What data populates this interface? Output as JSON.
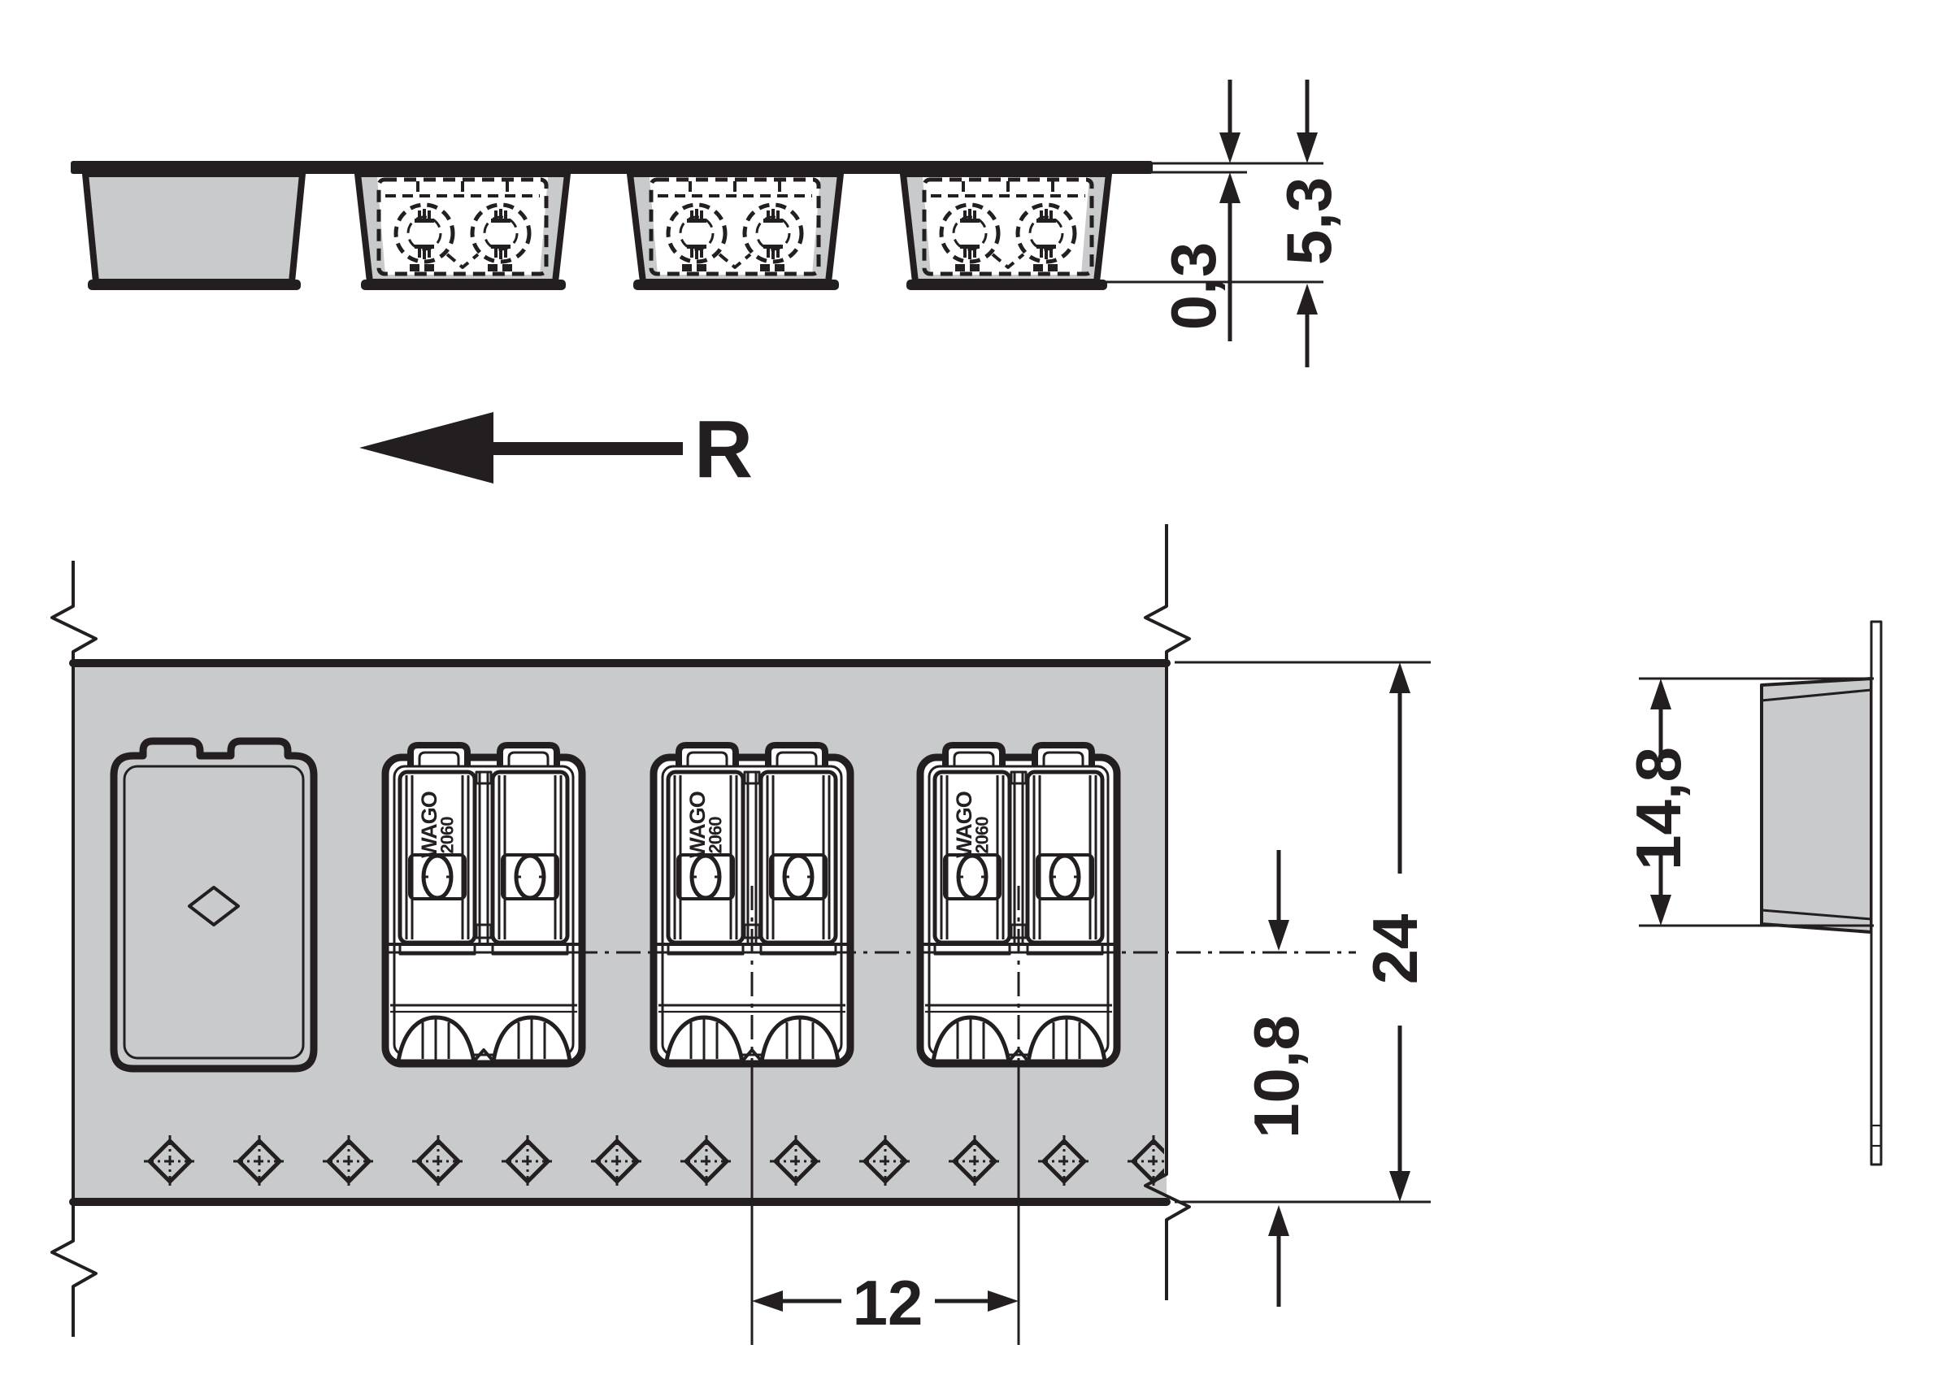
{
  "labels": {
    "direction_r": "R"
  },
  "component": {
    "brand": "WAGO",
    "series": "2060"
  },
  "dimensions": {
    "tape_thickness": "0,3",
    "pocket_depth_side": "5,3",
    "tape_width": "24",
    "centerline_to_edge": "10,8",
    "pocket_pitch": "12",
    "component_height": "14,8"
  },
  "colors": {
    "ink": "#231f20",
    "tape_gray": "#c9cacb",
    "background": "#ffffff"
  }
}
